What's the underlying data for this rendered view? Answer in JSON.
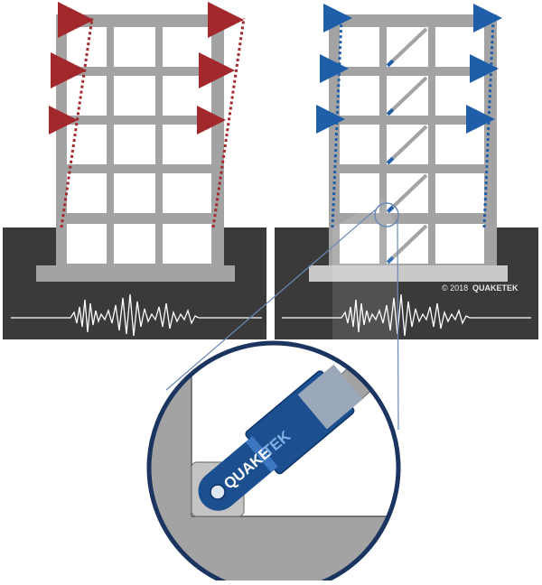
{
  "copyright": "© 2018",
  "brand": "QUAKETEK",
  "brand_parts": {
    "first": "QUAKE",
    "second": "TEK"
  },
  "colors": {
    "background": "#ffffff",
    "ground": "#3a3a3a",
    "frame": "#a3a3a3",
    "frame_light": "#c9c9c9",
    "window": "#ffffff",
    "drift_line_left": "#a2282b",
    "drift_line_right": "#1f5ea8",
    "device_body": "#1c4f8f",
    "device_accent": "#3c76c0",
    "callout_ring": "#1b3560",
    "seismic_wave": "#ffffff"
  },
  "icons": [
    "force-arrow-icon",
    "damper-brace-icon",
    "seismic-wave-icon",
    "magnifier-callout-icon",
    "pivot-pin-icon"
  ]
}
